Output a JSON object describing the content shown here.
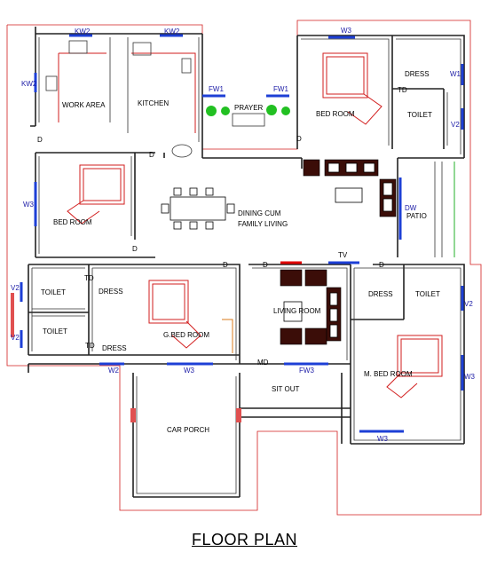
{
  "title": "FLOOR PLAN",
  "rooms": {
    "work_area": "WORK AREA",
    "kitchen": "KITCHEN",
    "prayer": "PRAYER",
    "bed_room_top": "BED ROOM",
    "dress_top": "DRESS",
    "toilet_top": "TOILET",
    "bed_room_left": "BED ROOM",
    "dining": "DINING CUM",
    "dining2": "FAMILY LIVING",
    "patio": "PATIO",
    "toilet_left1": "TOILET",
    "dress_left1": "DRESS",
    "toilet_left2": "TOILET",
    "dress_left2": "DRESS",
    "gbed": "G.BED ROOM",
    "living": "LIVING ROOM",
    "dress_right": "DRESS",
    "toilet_right": "TOILET",
    "mbed": "M. BED ROOM",
    "sitout": "SIT OUT",
    "carporch": "CAR PORCH"
  },
  "tags": {
    "kw2_a": "KW2",
    "kw2_b": "KW2",
    "kw2_c": "KW2",
    "w3_top": "W3",
    "w1": "W1",
    "v2_top": "V2",
    "fw1_a": "FW1",
    "fw1_b": "FW1",
    "w3_left": "W3",
    "dw": "DW",
    "v2_left1": "V2",
    "v2_left2": "V2",
    "w2_bottom": "W2",
    "w3_bottom": "W3",
    "fw3": "FW3",
    "md": "MD",
    "tv": "TV",
    "v2_right": "V2",
    "w3_right": "W3",
    "w3_mbed_bottom": "W3",
    "td_top": "TD",
    "td_left1": "TD",
    "td_left2": "TD",
    "d1": "D",
    "d2": "D",
    "d3": "D",
    "d4": "D",
    "d5": "D",
    "d6": "D",
    "d7": "D"
  },
  "colors": {
    "wall": "#222222",
    "window": "#1d3fd6",
    "furniture": "#d21e1e",
    "sofa": "#3b0d08",
    "plant": "#22c022",
    "setback": "#d21e1e"
  }
}
